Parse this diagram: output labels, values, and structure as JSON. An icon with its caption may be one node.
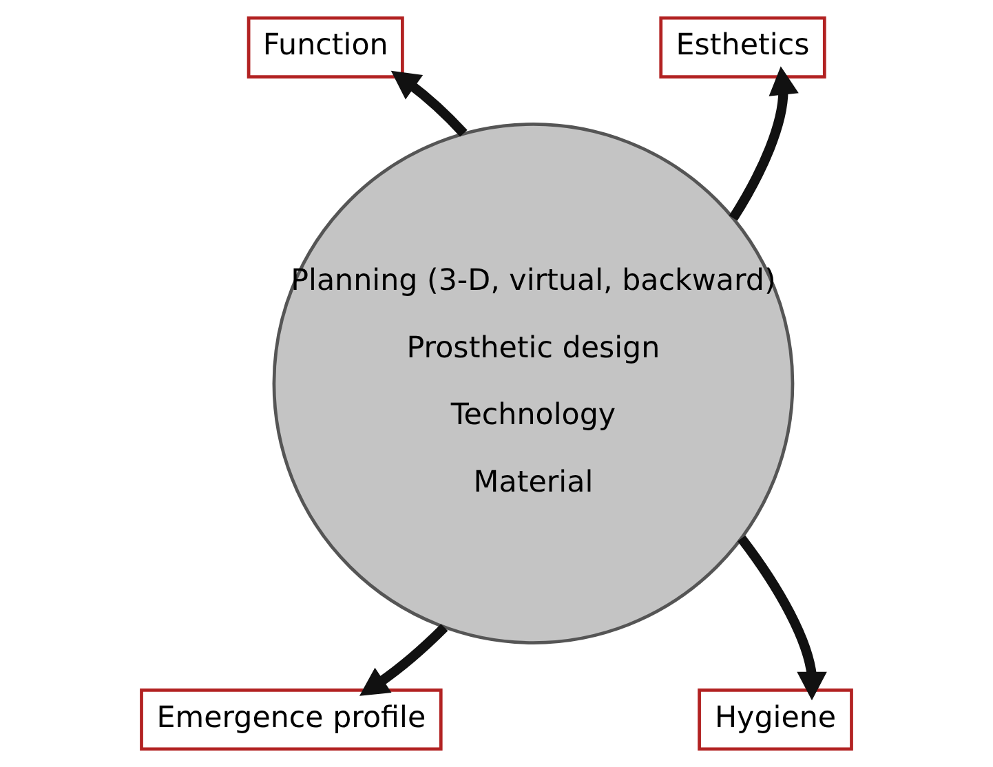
{
  "diagram": {
    "nodes": [
      {
        "text": [
          "Planning (3-D, virtual, backward)",
          "Prosthetic design",
          "Technology",
          "Material"
        ]
      },
      {
        "text": [
          "Function"
        ]
      },
      {
        "text": [
          "Esthetics"
        ]
      },
      {
        "text": [
          "Emergence profile"
        ]
      },
      {
        "text": [
          "Hygiene"
        ]
      }
    ],
    "edges": [
      {
        "from": 0,
        "to": 1,
        "arrow": "to"
      },
      {
        "from": 0,
        "to": 2,
        "arrow": "to"
      },
      {
        "from": 0,
        "to": 3,
        "arrow": "to"
      },
      {
        "from": 0,
        "to": 4,
        "arrow": "to"
      }
    ]
  }
}
